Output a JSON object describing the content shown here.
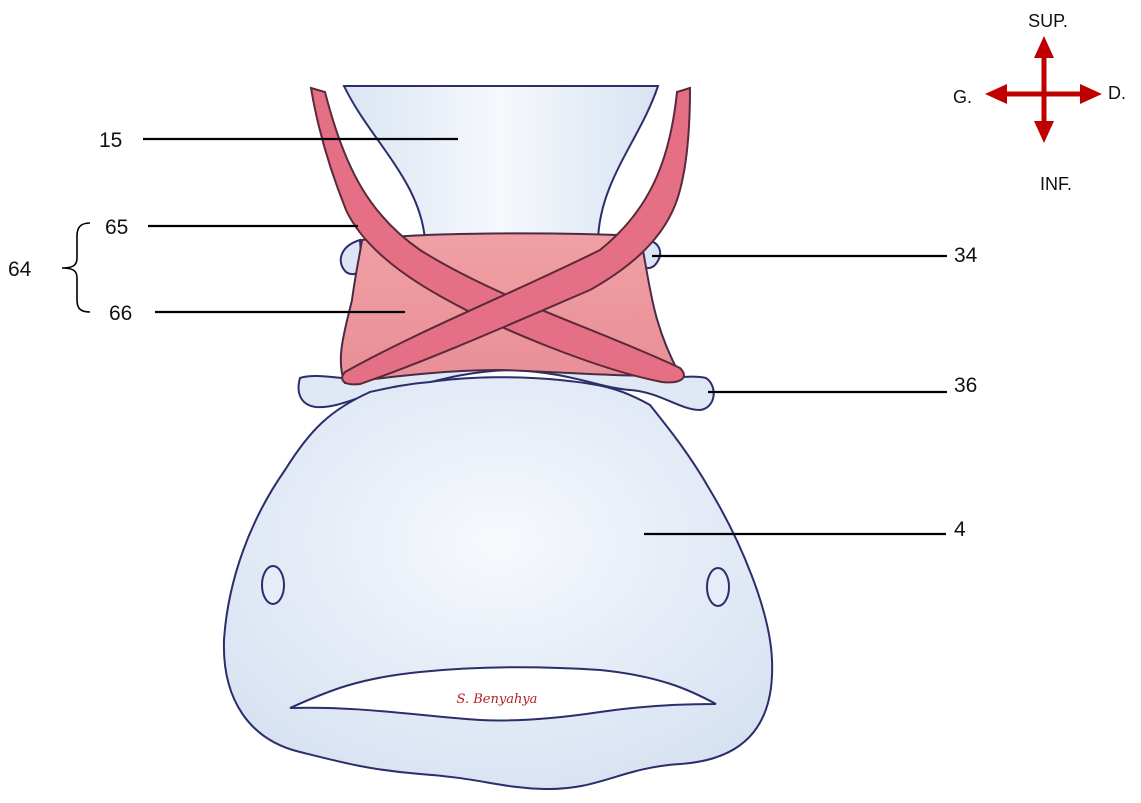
{
  "labels": {
    "l15": "15",
    "l65": "65",
    "l64": "64",
    "l66": "66",
    "l34": "34",
    "l36": "36",
    "l4": "4"
  },
  "orientation": {
    "sup": "SUP.",
    "inf": "INF.",
    "left": "G.",
    "right": "D."
  },
  "signature": "S. Benyahya",
  "colors": {
    "bone_fill": "#e4ecf7",
    "bone_outline": "#2d2d6b",
    "muscle_fill": "#efa0a6",
    "muscle_band": "#e66f84",
    "arrow": "#c00000"
  }
}
